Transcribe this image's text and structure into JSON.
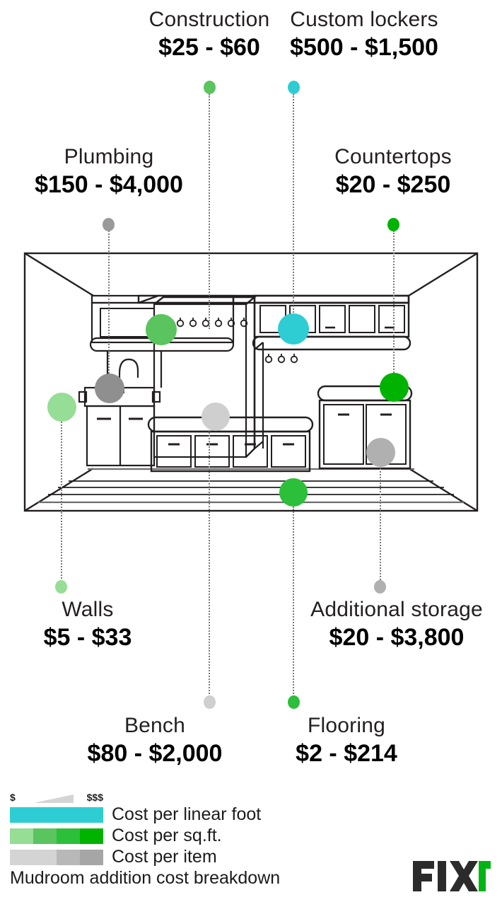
{
  "chart_data": {
    "type": "table",
    "title": "Mudroom addition cost breakdown",
    "categories": [
      "Construction",
      "Custom lockers",
      "Plumbing",
      "Countertops",
      "Walls",
      "Additional storage",
      "Bench",
      "Flooring"
    ],
    "values": [
      {
        "label": "Construction",
        "range": "$25 - $60",
        "low": 25,
        "high": 60,
        "unit": "per sq.ft.",
        "color": "#5ac45f"
      },
      {
        "label": "Custom lockers",
        "range": "$500 - $1,500",
        "low": 500,
        "high": 1500,
        "unit": "per linear foot",
        "color": "#2ecdd4"
      },
      {
        "label": "Plumbing",
        "range": "$150 - $4,000",
        "low": 150,
        "high": 4000,
        "unit": "per item",
        "color": "#9a9a9a"
      },
      {
        "label": "Countertops",
        "range": "$20 - $250",
        "low": 20,
        "high": 250,
        "unit": "per sq.ft.",
        "color": "#00b300"
      },
      {
        "label": "Walls",
        "range": "$5 - $33",
        "low": 5,
        "high": 33,
        "unit": "per sq.ft.",
        "color": "#96dd96"
      },
      {
        "label": "Additional storage",
        "range": "$20 - $3,800",
        "low": 20,
        "high": 3800,
        "unit": "per item",
        "color": "#b0b0b0"
      },
      {
        "label": "Bench",
        "range": "$80 - $2,000",
        "low": 80,
        "high": 2000,
        "unit": "per item",
        "color": "#cfcfcf"
      },
      {
        "label": "Flooring",
        "range": "$2 - $214",
        "low": 2,
        "high": 214,
        "unit": "per sq.ft.",
        "color": "#2cbf3a"
      }
    ],
    "xlabel": "",
    "ylabel": "",
    "legend_position": "bottom-left"
  },
  "callouts": {
    "construction": {
      "title": "Construction",
      "price": "$25 - $60"
    },
    "custom_lockers": {
      "title": "Custom lockers",
      "price": "$500 - $1,500"
    },
    "plumbing": {
      "title": "Plumbing",
      "price": "$150 - $4,000"
    },
    "countertops": {
      "title": "Countertops",
      "price": "$20 - $250"
    },
    "walls": {
      "title": "Walls",
      "price": "$5 - $33"
    },
    "additional_storage": {
      "title": "Additional storage",
      "price": "$20 - $3,800"
    },
    "bench": {
      "title": "Bench",
      "price": "$80 - $2,000"
    },
    "flooring": {
      "title": "Flooring",
      "price": "$2 - $214"
    }
  },
  "legend": {
    "scale_low": "$",
    "scale_high": "$$$",
    "rows": [
      {
        "label": "Cost per linear foot",
        "swatches": [
          "#2ecdd4",
          "#2ecdd4",
          "#2ecdd4",
          "#2ecdd4"
        ]
      },
      {
        "label": "Cost per sq.ft.",
        "swatches": [
          "#96dd96",
          "#5ac45f",
          "#2cbf3a",
          "#00b300"
        ]
      },
      {
        "label": "Cost per item",
        "swatches": [
          "#d4d4d4",
          "#d4d4d4",
          "#b8b8b8",
          "#a6a6a6"
        ]
      }
    ],
    "caption": "Mudroom addition cost breakdown"
  },
  "brand": {
    "wordmark": "FIX",
    "mark": "r",
    "dark_color": "#2b2b2b",
    "accent_color": "#00b512"
  },
  "colors": {
    "cyan": "#2ecdd4",
    "green_light": "#96dd96",
    "green_mid": "#5ac45f",
    "green_bright": "#2cbf3a",
    "green_dark": "#00b300",
    "gray_light": "#cfcfcf",
    "gray_mid": "#b0b0b0",
    "gray_dark": "#9a9a9a",
    "ink": "#231f20",
    "leader": "#7a7a7a"
  }
}
